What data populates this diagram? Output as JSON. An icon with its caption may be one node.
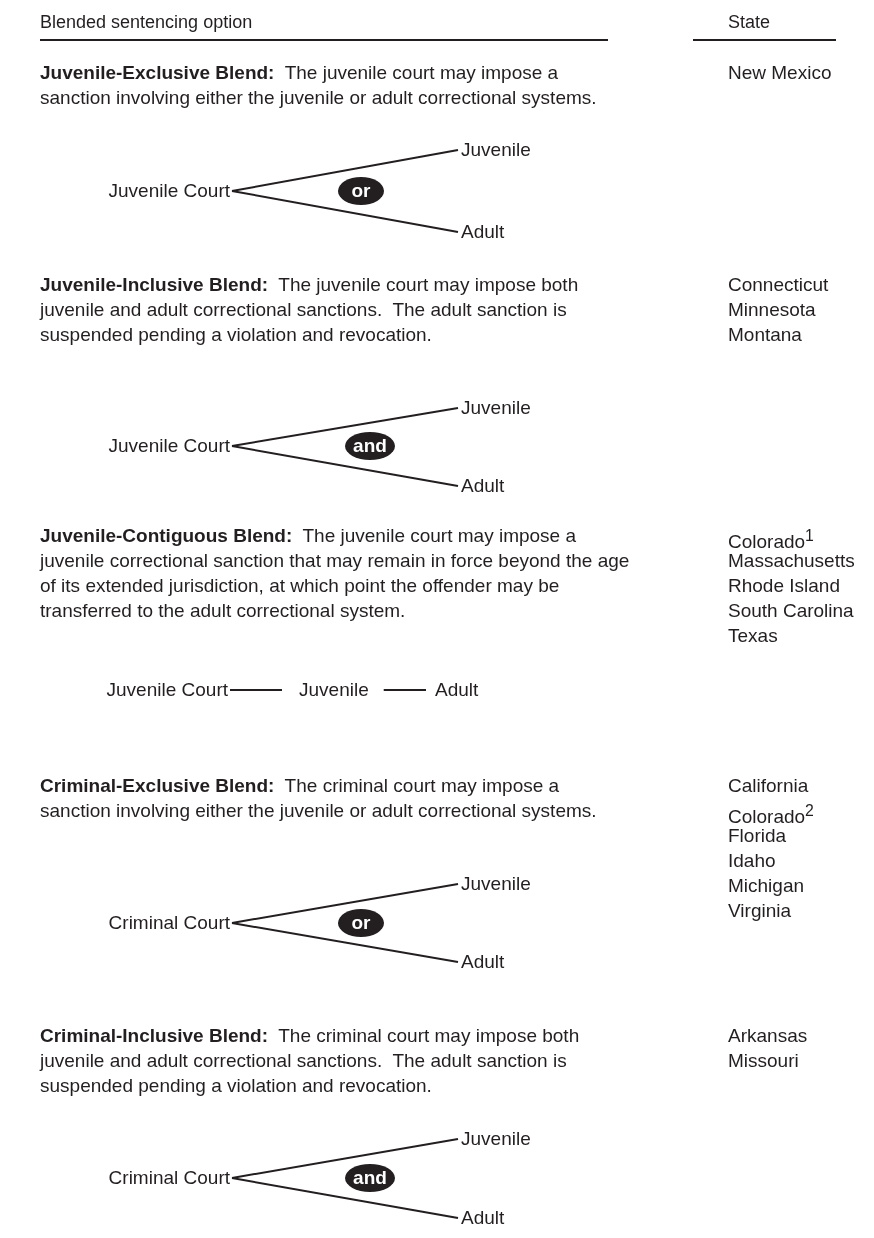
{
  "diagram": {
    "nodes": [
      {
        "text": [
          "Juvenile Court"
        ]
      },
      {
        "text": [
          "Juvenile"
        ]
      },
      {
        "text": [
          "or"
        ]
      },
      {
        "text": [
          "Adult"
        ]
      },
      {
        "text": [
          "Juvenile Court"
        ]
      },
      {
        "text": [
          "Juvenile"
        ]
      },
      {
        "text": [
          "and"
        ]
      },
      {
        "text": [
          "Adult"
        ]
      },
      {
        "text": [
          "Juvenile Court"
        ]
      },
      {
        "text": [
          "Juvenile"
        ]
      },
      {
        "text": [
          "Adult"
        ]
      },
      {
        "text": [
          "Criminal Court"
        ]
      },
      {
        "text": [
          "Juvenile"
        ]
      },
      {
        "text": [
          "or"
        ]
      },
      {
        "text": [
          "Adult"
        ]
      },
      {
        "text": [
          "Criminal Court"
        ]
      },
      {
        "text": [
          "Juvenile"
        ]
      },
      {
        "text": [
          "and"
        ]
      },
      {
        "text": [
          "Adult"
        ]
      }
    ],
    "edges": [
      {
        "from": 0,
        "to": 1,
        "arrow": "none"
      },
      {
        "from": 0,
        "to": 3,
        "arrow": "none"
      },
      {
        "from": 4,
        "to": 5,
        "arrow": "none"
      },
      {
        "from": 4,
        "to": 7,
        "arrow": "none"
      },
      {
        "from": 8,
        "to": 9,
        "arrow": "none"
      },
      {
        "from": 9,
        "to": 10,
        "arrow": "none"
      },
      {
        "from": 11,
        "to": 12,
        "arrow": "none"
      },
      {
        "from": 11,
        "to": 14,
        "arrow": "none"
      },
      {
        "from": 15,
        "to": 16,
        "arrow": "none"
      },
      {
        "from": 15,
        "to": 18,
        "arrow": "none"
      }
    ],
    "labels": [
      "Blended sentencing option",
      "State",
      "**Juvenile-Exclusive Blend:**  The juvenile court may impose a sanction involving either the juvenile or adult correctional systems.",
      "New Mexico",
      "**Juvenile-Inclusive Blend:**  The juvenile court may impose both juvenile and adult correctional sanctions.  The adult sanction is suspended pending a violation and revocation.",
      "Connecticut",
      "Minnesota",
      "Montana",
      "**Juvenile-Contiguous Blend:**  The juvenile court may impose a juvenile correctional sanction that may remain in force beyond the age of its extended jurisdiction, at which point the offender may be transferred to the adult correctional system.",
      "Colorado$^{1}$",
      "Massachusetts",
      "Rhode Island",
      "South Carolina",
      "Texas",
      "**Criminal-Exclusive Blend:**  The criminal court may impose a sanction involving either the juvenile or adult correctional systems.",
      "California",
      "Colorado$^{2}$",
      "Florida",
      "Idaho",
      "Michigan",
      "Virginia",
      "**Criminal-Inclusive Blend:**  The criminal court may impose both juvenile and adult correctional sanctions.  The adult sanction is suspended pending a violation and revocation.",
      "Arkansas",
      "Missouri"
    ]
  }
}
